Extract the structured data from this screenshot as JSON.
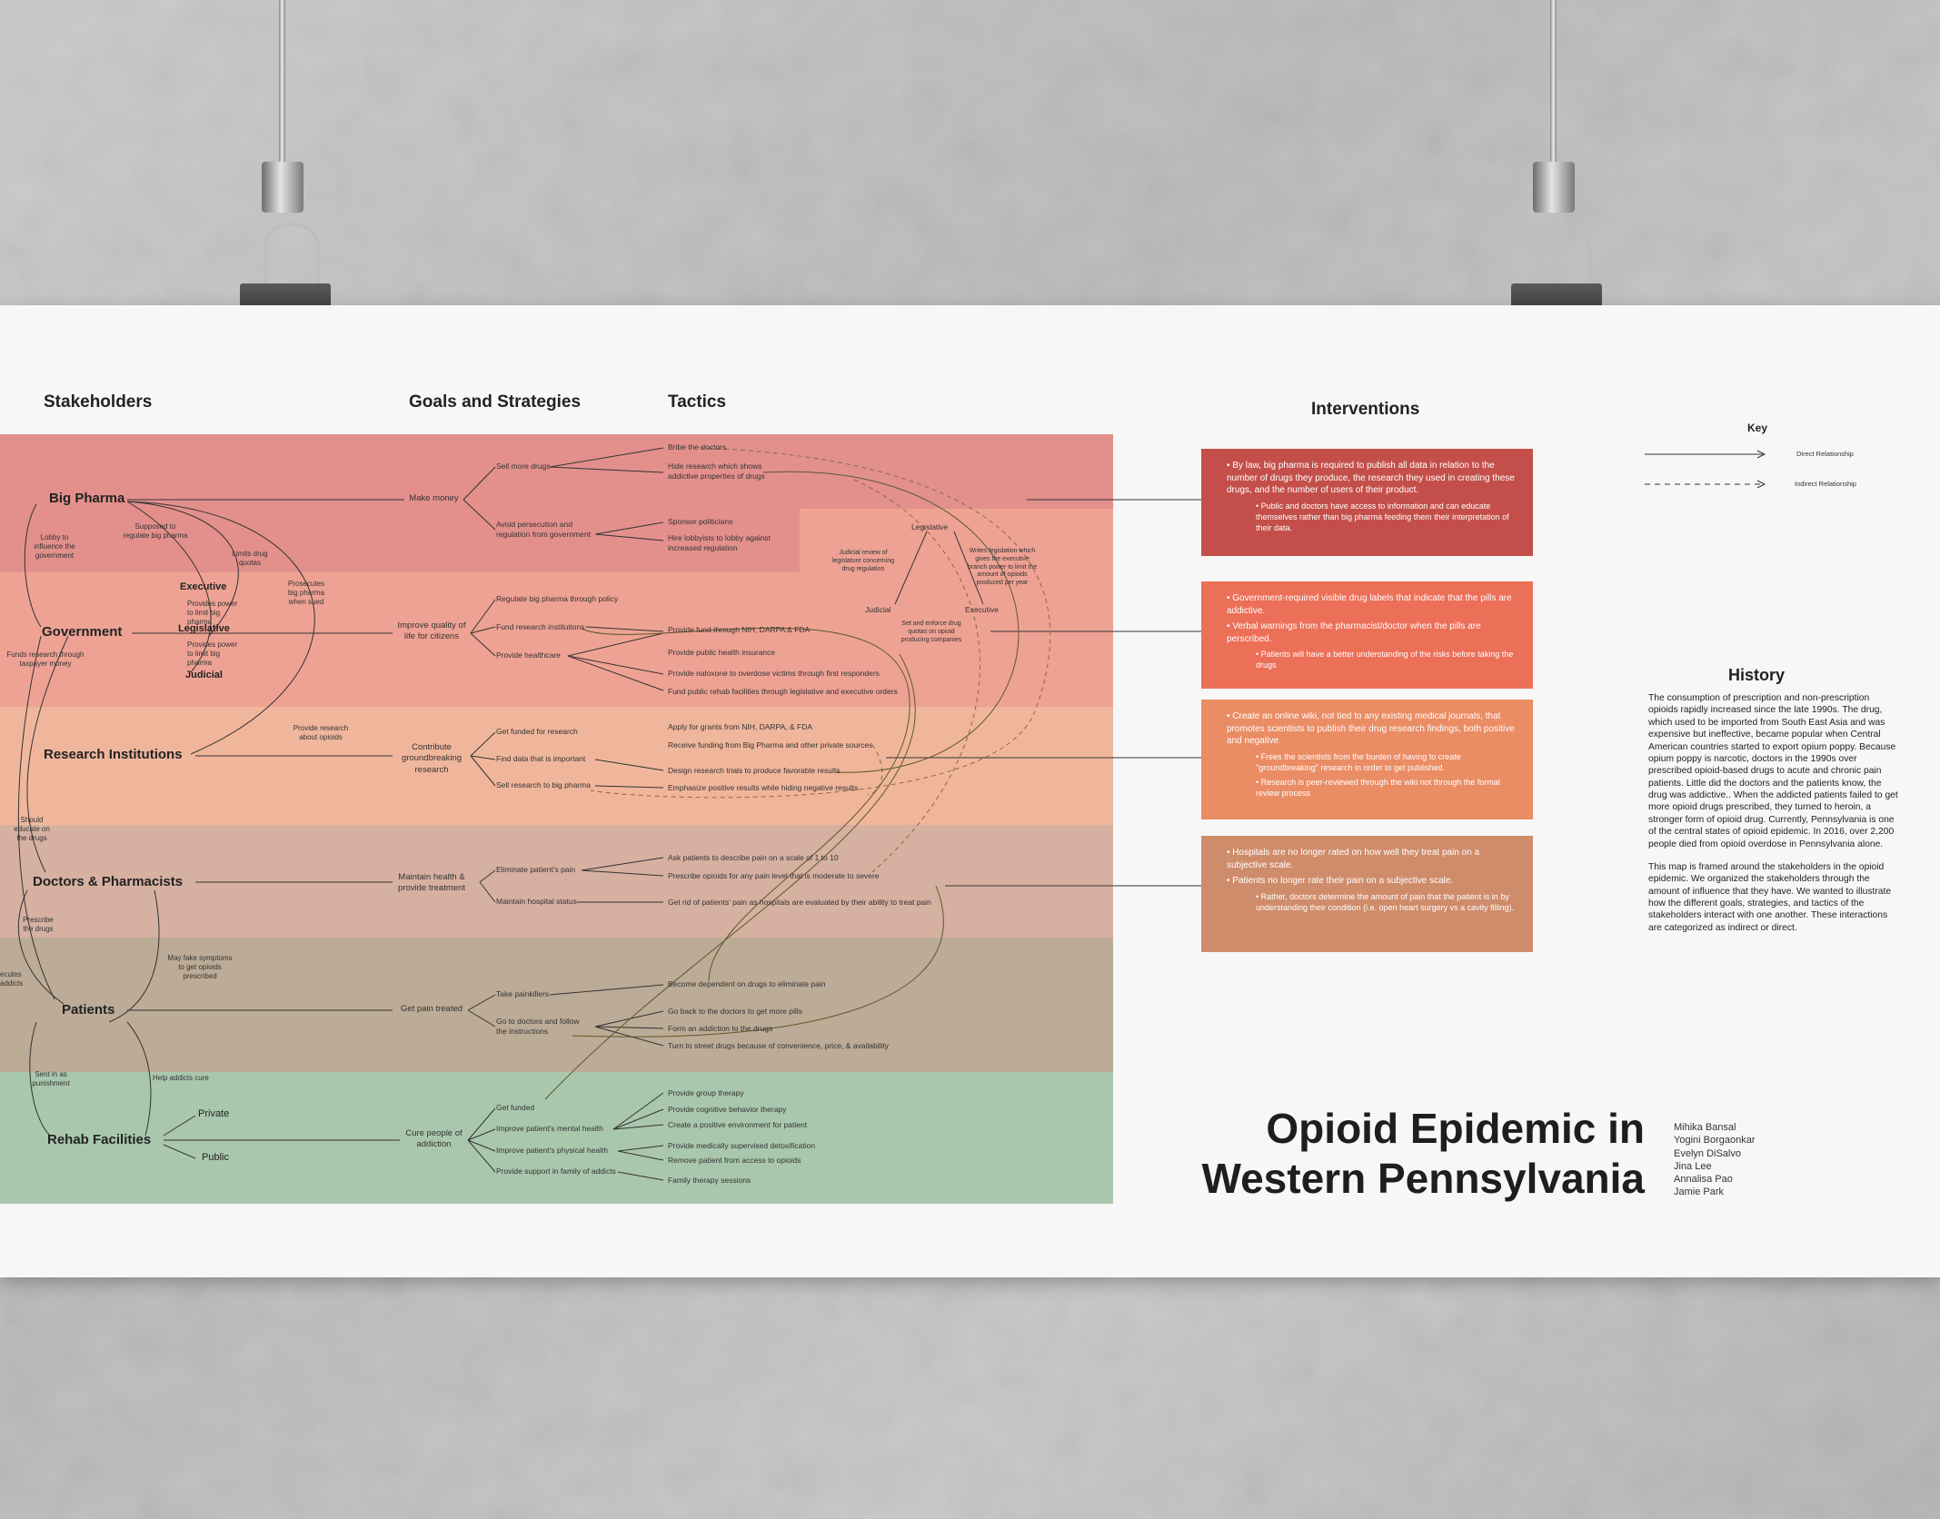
{
  "headers": {
    "stakeholders": "Stakeholders",
    "goals": "Goals and Strategies",
    "tactics": "Tactics",
    "interventions": "Interventions",
    "key": "Key",
    "history": "History"
  },
  "colors": {
    "big_pharma_band": "#e3908d",
    "government_band": "#eea294",
    "research_band": "#f0b69c",
    "doctors_band": "#d6b0a1",
    "patients_band": "#bcab96",
    "rehab_band": "#a9c7ad",
    "intervention_1": "#c44f4a",
    "intervention_2": "#ec6f58",
    "intervention_3": "#ea8c64",
    "intervention_4": "#cf8c6b"
  },
  "stakeholders": {
    "big_pharma": "Big Pharma",
    "government": "Government",
    "executive": "Executive",
    "legislative": "Legislative",
    "judicial": "Judicial",
    "research": "Research Institutions",
    "doctors": "Doctors & Pharmacists",
    "patients": "Patients",
    "rehab": "Rehab Facilities",
    "private": "Private",
    "public": "Public"
  },
  "relations": {
    "lobby": "Lobby to influence the government",
    "supposed": "Supposed to regulate big pharma",
    "limits": "Limits drug quotas",
    "prosecutes": "Prosecutes big pharma when sued",
    "power1": "Provides power to limit big pharma",
    "power2": "Provides power to limit big pharma",
    "funds": "Funds research through taxpayer money",
    "provide_research": "Provide research about opioids",
    "educate": "Should educate on the drugs",
    "prescribe": "Prescribe the drugs",
    "false_symptoms": "May fake symptoms to get opioids prescribed",
    "executes": "ecutes addicts",
    "sent_in": "Sent in as punishment",
    "help_addicts": "Help addicts cure"
  },
  "goals": {
    "make_money": "Make money",
    "improve_quality": "Improve quality of life for citizens",
    "contribute": "Contribute groundbreaking research",
    "maintain_health": "Maintain health & provide treatment",
    "pain_treated": "Get pain treated",
    "cure": "Cure people of addiction"
  },
  "strategies": {
    "sell_more": "Sell more drugs",
    "avoid": "Avoid persecution and regulation from government",
    "regulate": "Regulate big pharma through policy",
    "fund_research": "Fund research institutions",
    "provide_healthcare": "Provide healthcare",
    "get_funded_research": "Get funded for research",
    "find_data": "Find data that is important",
    "sell_research": "Sell research to big pharma",
    "eliminate_pain": "Eliminate patient's pain",
    "maintain_status": "Maintain hospital status",
    "take_painkillers": "Take painkillers",
    "go_doctors": "Go to doctors and follow the instructions",
    "get_funded": "Get funded",
    "mental": "Improve patient's mental health",
    "physical": "Improve patient's physical health",
    "support_family": "Provide support in family of addicts"
  },
  "tactics": {
    "bribe": "Bribe the doctors",
    "hide": "Hide research which shows addictive properties of drugs",
    "sponsor": "Sponsor politicians",
    "hire": "Hire lobbyists to lobby against increased regulation",
    "legislative": "Legislative",
    "judicial_review": "Judicial review of legislature concerning drug regulation",
    "writes_legislation": "Writes legislation which gives the executive branch power to limit the amount of opioids produced per year",
    "judicial": "Judicial",
    "executive": "Executive",
    "set_quotas": "Set and enforce drug quotas on opioid producing companies",
    "provide_fund": "Provide fund through NIH, DARPA & FDA",
    "public_insurance": "Provide public health insurance",
    "naloxone": "Provide naloxone to overdose victims through first responders",
    "fund_rehab": "Fund public rehab facilities through legislative and executive orders",
    "apply_grants": "Apply for grants from NIH, DARPA, & FDA",
    "receive_funding": "Receive funding from Big Pharma and other private sources",
    "design_trials": "Design research trials to produce favorable results",
    "emphasize": "Emphasize positive results while hiding negative results",
    "ask_patients": "Ask patients to describe pain on a scale of 1 to 10",
    "prescribe_opioids": "Prescribe opioids for any pain level that is moderate to severe",
    "get_rid": "Get rid of patients' pain as hospitals are evaluated by their ability to treat pain",
    "dependent": "Become dependent on drugs to eliminate pain",
    "go_back": "Go back to the doctors to get more pills",
    "form_addiction": "Form an addiction to the drugs",
    "street_drugs": "Turn to street drugs because of convenience, price, & availability",
    "group_therapy": "Provide group therapy",
    "cbt": "Provide cognitive behavior therapy",
    "positive_env": "Create a positive environment for patient",
    "detox": "Provide medically supervised detoxification",
    "remove_access": "Remove patient from access to opioids",
    "family_therapy": "Family therapy sessions"
  },
  "interventions": [
    {
      "points": [
        "By law, big pharma is required to publish all data in relation to the number of drugs they produce, the research they used in creating these drugs, and the number of users of their product."
      ],
      "sub": [
        "Public and doctors have access to information and can educate themselves rather than big pharma feeding them their interpretation of their data."
      ]
    },
    {
      "points": [
        "Government-required visible drug labels that indicate that the pills are addictive.",
        "Verbal warnings from the pharmacist/doctor when the pills are perscribed."
      ],
      "sub": [
        "Patients will have a better understanding of the risks before taking the drugs"
      ]
    },
    {
      "points": [
        "Create an online wiki, not tied to any existing medical journals, that promotes scientists to publish their drug research findings, both positive and negative."
      ],
      "sub": [
        "Frees the scientists from the burden of having to create \"groundbreaking\" research in order to get published.",
        "Research is peer-reviewed through the wiki not through the formal review process"
      ]
    },
    {
      "points": [
        "Hospitals are no longer rated on how well they treat pain on a subjective scale.",
        "Patients no longer rate their pain on a subjective scale."
      ],
      "sub": [
        "Rather, doctors determine the amount of pain that the patient is in by understanding their condition (i.e. open heart surgery vs a cavity filling)."
      ]
    }
  ],
  "key": {
    "direct": "Direct Relationship",
    "indirect": "Indirect Relationship"
  },
  "history": [
    "The consumption of prescription and non-prescription opioids rapidly increased since the late 1990s. The drug, which used to be imported from South East Asia and was expensive but ineffective, became popular when Central American countries started to export opium poppy. Because opium poppy is narcotic, doctors in the 1990s over prescribed opioid-based drugs to acute and chronic pain patients. Little did the doctors and the patients know, the drug was addictive.. When the addicted patients failed to get more opioid drugs prescribed, they turned to heroin, a stronger form of opioid drug. Currently, Pennsylvania is one of the central states of opioid epidemic. In 2016, over 2,200 people died from opioid overdose in Pennsylvania alone.",
    "This map is framed around the stakeholders in the opioid epidemic. We organized the stakeholders through the amount of influence that they have. We wanted to illustrate how the different goals, strategies, and tactics of the stakeholders interact with one another. These interactions are categorized as indirect or direct."
  ],
  "title": {
    "line1": "Opioid Epidemic in",
    "line2": "Western Pennsylvania"
  },
  "authors": [
    "Mihika Bansal",
    "Yogini Borgaonkar",
    "Evelyn DiSalvo",
    "Jina Lee",
    "Annalisa Pao",
    "Jamie Park"
  ]
}
